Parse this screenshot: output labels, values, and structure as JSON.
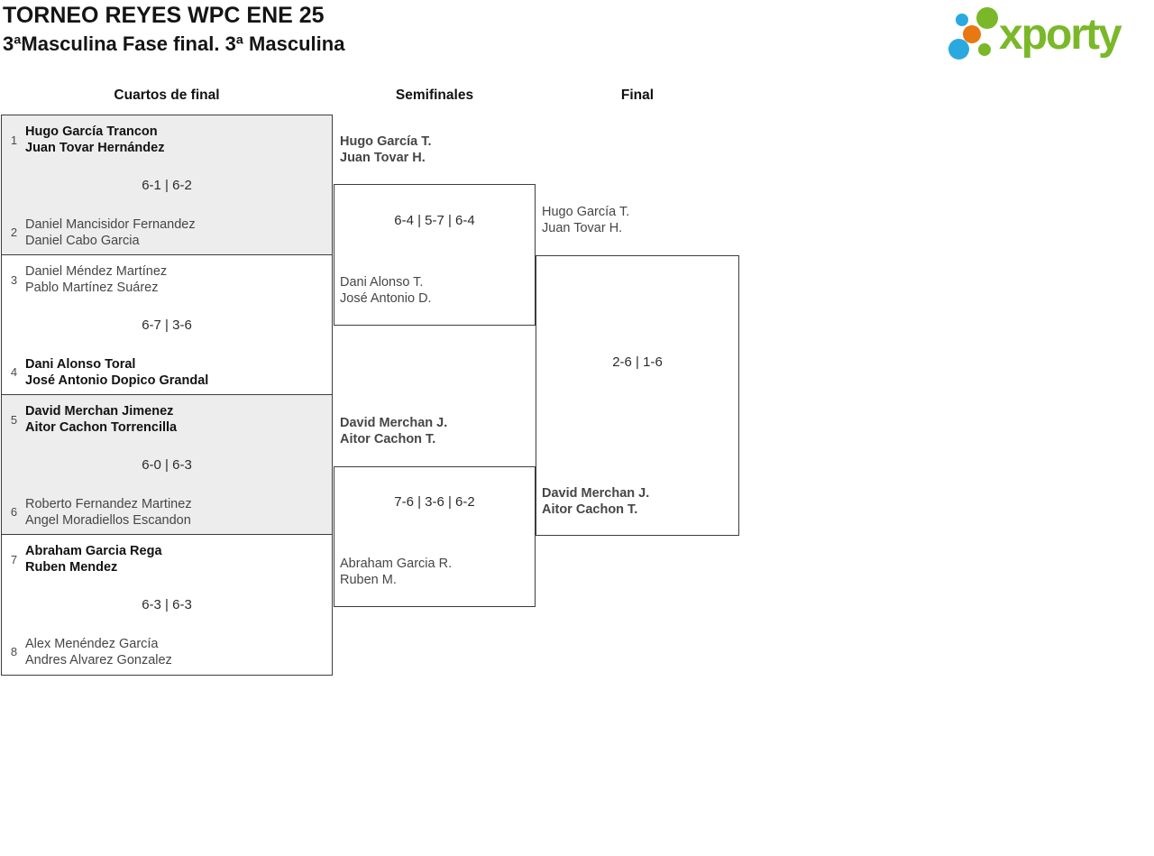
{
  "page": {
    "title": "TORNEO REYES WPC ENE 25",
    "subtitle": "3ªMasculina Fase final. 3ª Masculina"
  },
  "logo": {
    "wordmark": "xporty",
    "green": "#7ab829",
    "blue": "#2aa9e0",
    "orange": "#e87811"
  },
  "colors": {
    "block_gray": "#ededed",
    "border": "#3d3d3d",
    "text_regular": "#464646",
    "text_winner": "#121212"
  },
  "round_headers": {
    "quarterfinals": "Cuartos de final",
    "semifinals": "Semifinales",
    "final": "Final"
  },
  "quarterfinals": [
    {
      "top": {
        "seed": "1",
        "players": [
          "Hugo García Trancon",
          "Juan Tovar Hernández"
        ],
        "winner": true
      },
      "score": "6-1 | 6-2",
      "bottom": {
        "seed": "2",
        "players": [
          "Daniel Mancisidor Fernandez",
          "Daniel Cabo Garcia"
        ],
        "winner": false
      }
    },
    {
      "top": {
        "seed": "3",
        "players": [
          "Daniel Méndez Martínez",
          "Pablo Martínez Suárez"
        ],
        "winner": false
      },
      "score": "6-7 | 3-6",
      "bottom": {
        "seed": "4",
        "players": [
          "Dani Alonso Toral",
          "José Antonio Dopico Grandal"
        ],
        "winner": true
      }
    },
    {
      "top": {
        "seed": "5",
        "players": [
          "David Merchan Jimenez",
          "Aitor Cachon Torrencilla"
        ],
        "winner": true
      },
      "score": "6-0 | 6-3",
      "bottom": {
        "seed": "6",
        "players": [
          "Roberto Fernandez Martinez",
          "Angel Moradiellos Escandon"
        ],
        "winner": false
      }
    },
    {
      "top": {
        "seed": "7",
        "players": [
          "Abraham Garcia Rega",
          "Ruben Mendez"
        ],
        "winner": true
      },
      "score": "6-3 | 6-3",
      "bottom": {
        "seed": "8",
        "players": [
          "Alex Menéndez García",
          "Andres Alvarez Gonzalez"
        ],
        "winner": false
      }
    }
  ],
  "semifinals": [
    {
      "top": {
        "players": [
          "Hugo García T.",
          "Juan Tovar H."
        ],
        "winner": true
      },
      "score": "6-4 | 5-7 | 6-4",
      "bottom": {
        "players": [
          "Dani Alonso T.",
          "José Antonio D."
        ],
        "winner": false
      }
    },
    {
      "top": {
        "players": [
          "David Merchan J.",
          "Aitor Cachon T."
        ],
        "winner": true
      },
      "score": "7-6 | 3-6 | 6-2",
      "bottom": {
        "players": [
          "Abraham Garcia R.",
          "Ruben M."
        ],
        "winner": false
      }
    }
  ],
  "final": {
    "top": {
      "players": [
        "Hugo García T.",
        "Juan Tovar H."
      ],
      "winner": false
    },
    "score": "2-6 | 1-6",
    "bottom": {
      "players": [
        "David Merchan J.",
        "Aitor Cachon T."
      ],
      "winner": true
    }
  }
}
